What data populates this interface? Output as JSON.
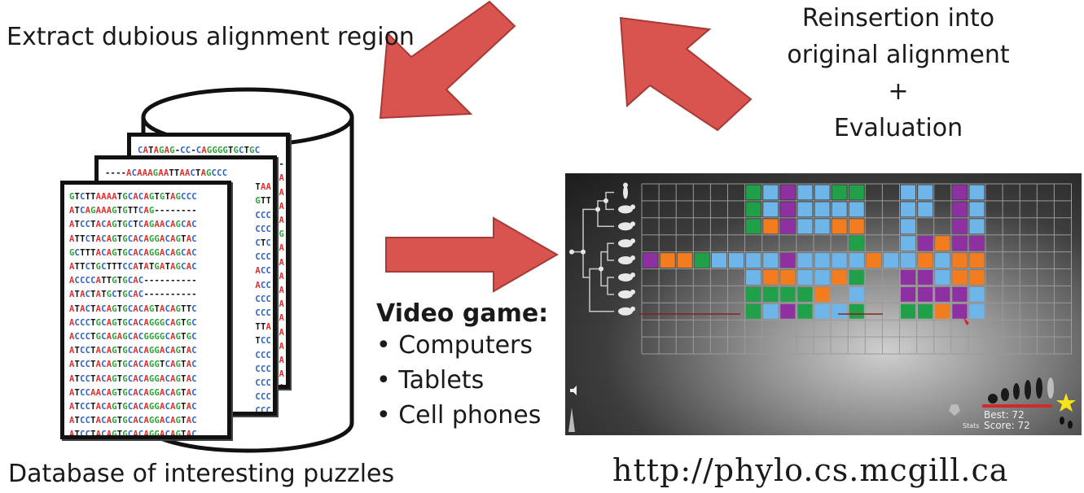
{
  "captions": {
    "extract": "Extract dubious alignment region",
    "database": "Database of interesting puzzles",
    "reinsertion_lines": [
      "Reinsertion into",
      "original alignment",
      "+",
      "Evaluation"
    ],
    "url": "http://phylo.cs.mcgill.ca"
  },
  "video_game": {
    "title": "Video game:",
    "items": [
      "• Computers",
      "• Tablets",
      "• Cell phones"
    ]
  },
  "pages": {
    "back_first_line": "CATAGAG-CC-CAGGGGTGCTGC",
    "middle_first_line": "----ACAAAGAATTAACTAGCCC",
    "back_fragments": [
      "CAA-",
      "TAA",
      "TGA",
      "TGA",
      "TAA",
      "TGG",
      "TGA",
      "TAA",
      "TGA",
      "TAA",
      "TGA",
      "TAA",
      "TAA",
      "TAA",
      "TGA",
      "TAA",
      "TAA",
      "TGA",
      "TAA",
      "TAA"
    ],
    "middle_fragments": [
      "TAA",
      "GTT",
      "CCC",
      "CCC",
      "CTC",
      "CCC",
      "ACC",
      "ACC",
      "CCC",
      "CCC",
      "TTA",
      "TCC",
      "CCC",
      "CCC",
      "CCC",
      "CCC",
      "CCC",
      "CCC",
      "CCT"
    ],
    "front_lines": [
      "GTCTTAAAATGCACAGTGTAGCCC",
      "ATCAGAAAGTGTTCAG--------",
      "ATCCTACAGTGCTCAGAACAGCAC",
      "ATTCTACAGTGCACAGGACAGTAC",
      "GCTTTACAGTGCACAGGACAGCAC",
      "ATTCTGCTTTCCATATGATAGCAC",
      "ACCCCATTGTGCAC----------",
      "ATACTATGCTGCAC----------",
      "ATACTACAGTGCACAGTACAGTTC",
      "ACCCTGCAGTGCACAGGGCAGTGC",
      "ACCCTGCAGAGCACGGGGCAGTGC",
      "ATCCTACAGTGCACAGGACAGTAC",
      "ATCCTACAGTGCACAGGTCAGTAC",
      "ATCCTACAGTGCACAGGACAGTAC",
      "ATCCAACAGTGCACAGGACAGTAC",
      "ATCCTACAGTGCACAGGACAGTAC",
      "ATCCTACAGTGCACAGGACAGTAC",
      "ATCCTACAGTGCACAGGACAGTAC"
    ]
  },
  "game": {
    "grid_cols": 25,
    "grid_rows": 10,
    "tiles": [
      [
        0,
        6,
        "green"
      ],
      [
        0,
        7,
        "blue"
      ],
      [
        0,
        8,
        "purple"
      ],
      [
        0,
        9,
        "blue"
      ],
      [
        0,
        10,
        "blue"
      ],
      [
        0,
        11,
        "green"
      ],
      [
        0,
        12,
        "green"
      ],
      [
        0,
        15,
        "blue"
      ],
      [
        0,
        16,
        "blue"
      ],
      [
        0,
        18,
        "purple"
      ],
      [
        0,
        19,
        "blue"
      ],
      [
        1,
        6,
        "green"
      ],
      [
        1,
        7,
        "blue"
      ],
      [
        1,
        8,
        "purple"
      ],
      [
        1,
        9,
        "blue"
      ],
      [
        1,
        10,
        "blue"
      ],
      [
        1,
        11,
        "blue"
      ],
      [
        1,
        12,
        "blue"
      ],
      [
        1,
        15,
        "blue"
      ],
      [
        1,
        16,
        "blue"
      ],
      [
        1,
        18,
        "purple"
      ],
      [
        1,
        19,
        "blue"
      ],
      [
        2,
        6,
        "green"
      ],
      [
        2,
        7,
        "orange"
      ],
      [
        2,
        8,
        "purple"
      ],
      [
        2,
        9,
        "blue"
      ],
      [
        2,
        10,
        "blue"
      ],
      [
        2,
        11,
        "orange"
      ],
      [
        2,
        12,
        "orange"
      ],
      [
        2,
        15,
        "blue"
      ],
      [
        2,
        18,
        "purple"
      ],
      [
        2,
        19,
        "blue"
      ],
      [
        3,
        12,
        "green"
      ],
      [
        3,
        15,
        "blue"
      ],
      [
        3,
        16,
        "purple"
      ],
      [
        3,
        17,
        "orange"
      ],
      [
        3,
        18,
        "purple"
      ],
      [
        3,
        19,
        "purple"
      ],
      [
        4,
        0,
        "purple"
      ],
      [
        4,
        1,
        "orange"
      ],
      [
        4,
        2,
        "orange"
      ],
      [
        4,
        3,
        "green"
      ],
      [
        4,
        4,
        "blue"
      ],
      [
        4,
        5,
        "blue"
      ],
      [
        4,
        6,
        "blue"
      ],
      [
        4,
        7,
        "blue"
      ],
      [
        4,
        8,
        "purple"
      ],
      [
        4,
        9,
        "blue"
      ],
      [
        4,
        10,
        "blue"
      ],
      [
        4,
        11,
        "blue"
      ],
      [
        4,
        12,
        "blue"
      ],
      [
        4,
        13,
        "orange"
      ],
      [
        4,
        14,
        "blue"
      ],
      [
        4,
        15,
        "blue"
      ],
      [
        4,
        16,
        "orange"
      ],
      [
        4,
        17,
        "blue"
      ],
      [
        4,
        18,
        "orange"
      ],
      [
        4,
        19,
        "orange"
      ],
      [
        5,
        6,
        "blue"
      ],
      [
        5,
        7,
        "orange"
      ],
      [
        5,
        8,
        "orange"
      ],
      [
        5,
        9,
        "blue"
      ],
      [
        5,
        10,
        "blue"
      ],
      [
        5,
        11,
        "orange"
      ],
      [
        5,
        12,
        "green"
      ],
      [
        5,
        15,
        "purple"
      ],
      [
        5,
        16,
        "purple"
      ],
      [
        5,
        17,
        "blue"
      ],
      [
        5,
        18,
        "orange"
      ],
      [
        5,
        19,
        "orange"
      ],
      [
        6,
        6,
        "green"
      ],
      [
        6,
        7,
        "green"
      ],
      [
        6,
        8,
        "green"
      ],
      [
        6,
        9,
        "green"
      ],
      [
        6,
        10,
        "orange"
      ],
      [
        6,
        12,
        "blue"
      ],
      [
        6,
        15,
        "purple"
      ],
      [
        6,
        16,
        "purple"
      ],
      [
        6,
        17,
        "purple"
      ],
      [
        6,
        18,
        "purple"
      ],
      [
        6,
        19,
        "blue"
      ],
      [
        7,
        6,
        "green"
      ],
      [
        7,
        7,
        "blue"
      ],
      [
        7,
        8,
        "purple"
      ],
      [
        7,
        9,
        "green"
      ],
      [
        7,
        10,
        "blue"
      ],
      [
        7,
        11,
        "blue"
      ],
      [
        7,
        12,
        "green"
      ],
      [
        7,
        15,
        "green"
      ],
      [
        7,
        16,
        "green"
      ],
      [
        7,
        17,
        "orange"
      ],
      [
        7,
        18,
        "purple"
      ],
      [
        7,
        19,
        "blue"
      ]
    ],
    "tile_colors": {
      "green": "#1fa049",
      "blue": "#6eb6ea",
      "purple": "#8e2fa2",
      "orange": "#f37d1e"
    },
    "stats": {
      "best": "Best:   72",
      "score": "Score: 72",
      "stats_label": "Stats"
    }
  },
  "colors": {
    "arrow_fill": "#d9534f",
    "arrow_stroke": "#a53a36",
    "base_A": "#e0302e",
    "base_C": "#2b63c6",
    "base_G": "#2fa13a",
    "base_T": "#111111"
  }
}
